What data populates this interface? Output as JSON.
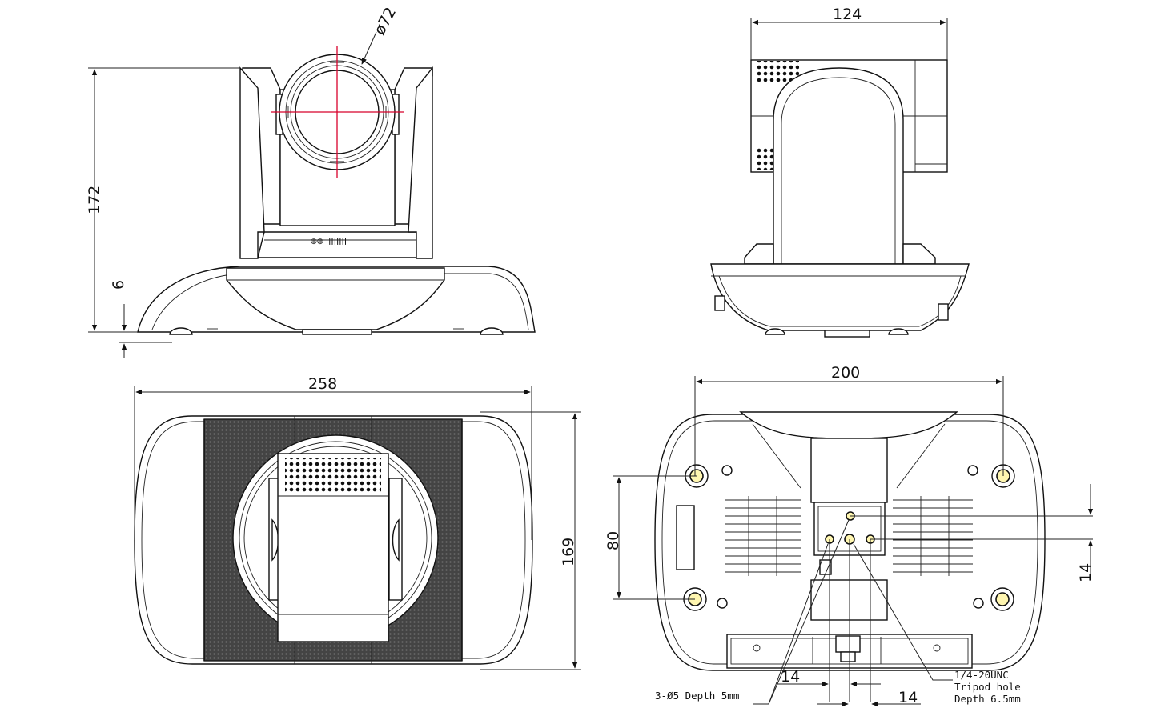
{
  "views": {
    "front": {
      "diameter_label": "ø72",
      "height_label": "172",
      "foot_label": "6",
      "brand_text": "◍◍ ||||||||"
    },
    "side": {
      "width_label": "124"
    },
    "top": {
      "width_label": "258",
      "depth_label": "169"
    },
    "bottom": {
      "width_label": "200",
      "spacing_label": "80",
      "right_offset_label": "14",
      "hole_offset_a_label": "14",
      "hole_offset_b_label": "14",
      "notes": {
        "mount_holes": "3-Ø5 Depth 5mm",
        "tripod_line1": "1/4-20UNC",
        "tripod_line2": "Tripod hole",
        "tripod_line3": "Depth 6.5mm"
      }
    }
  },
  "colors": {
    "line": "#111111",
    "centerline": "#d8002b",
    "hole_fill": "#fff6b0",
    "mesh": "#3a3a3a"
  }
}
